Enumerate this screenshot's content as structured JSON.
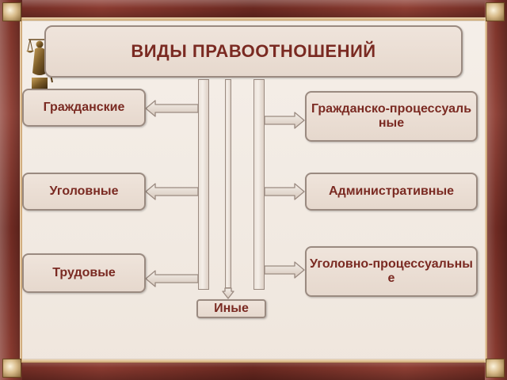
{
  "title": "ВИДЫ ПРАВООТНОШЕНИЙ",
  "left_items": [
    {
      "label": "Гражданские"
    },
    {
      "label": "Уголовные"
    },
    {
      "label": "Трудовые"
    }
  ],
  "right_items": [
    {
      "label": "Гражданско-процессуальные"
    },
    {
      "label": "Административные"
    },
    {
      "label": "Уголовно-процессуальные"
    }
  ],
  "bottom_item": {
    "label": "Иные"
  },
  "colors": {
    "text": "#7a2a22",
    "box_fill": "#e9ddd3",
    "box_border": "#9a8a80",
    "frame": "#7a3026",
    "frame_trim": "#d8bb8a"
  },
  "decoration": {
    "statue_icon": "themis-statue-icon"
  }
}
